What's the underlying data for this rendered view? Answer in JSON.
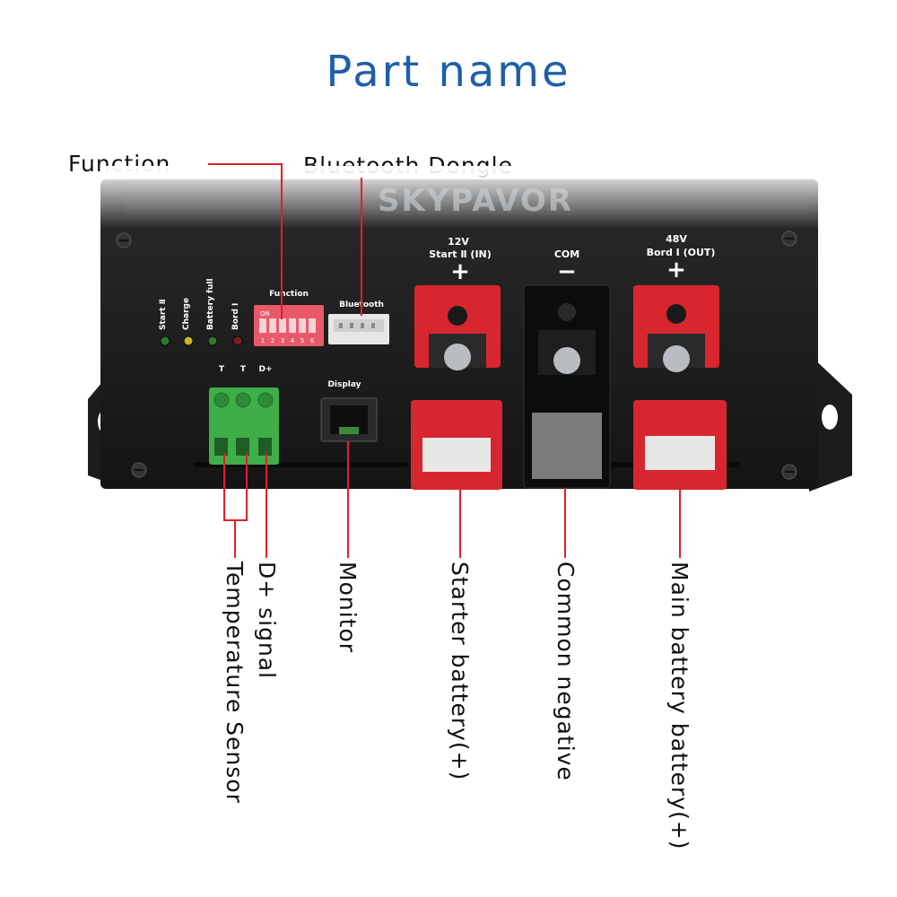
{
  "title": "Part name",
  "callouts": {
    "function": "Function",
    "bluetooth_dongle": "Bluetooth Dongle"
  },
  "bottom_labels": {
    "temperature_sensor": "Temperature Sensor",
    "d_plus_signal": "D+ signal",
    "monitor": "Monitor",
    "starter_battery": "Starter battery(+)",
    "common_negative": "Common negative",
    "main_battery": "Main battery battery(+)"
  },
  "device": {
    "watermark": "SKYPAVOR",
    "leds": [
      "Start Ⅱ",
      "Charge",
      "Battery full",
      "Bord Ⅰ"
    ],
    "function_label": "Function",
    "dip_on": "ON",
    "dip_numbers": [
      "1",
      "2",
      "3",
      "4",
      "5",
      "6"
    ],
    "bluetooth_label": "Bluetooth",
    "terminal_labels": [
      "T",
      "T",
      "D+"
    ],
    "display_label": "Display",
    "term_in_voltage": "12V",
    "term_in_name": "Start Ⅱ (IN)",
    "term_com_name": "COM",
    "term_out_voltage": "48V",
    "term_out_name": "Bord Ⅰ (OUT)",
    "plus": "+",
    "minus": "−"
  },
  "colors": {
    "title": "#1f5fa8",
    "leader_line": "#e0202a",
    "housing": "#1a1a1a",
    "red_terminal": "#d8262e",
    "green_connector": "#3fae49"
  }
}
